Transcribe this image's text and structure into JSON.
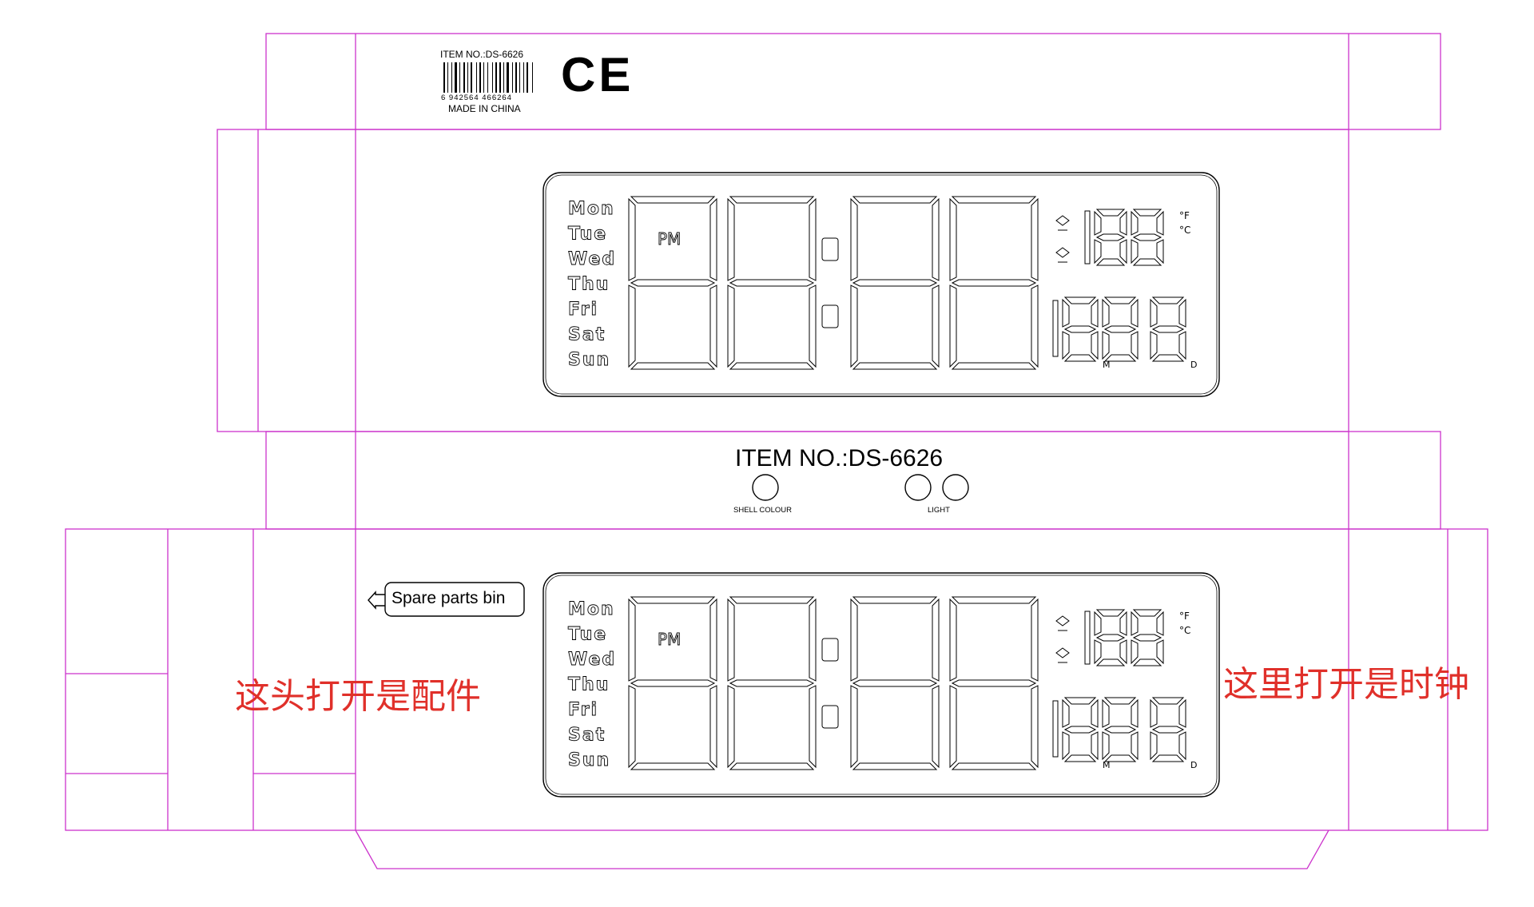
{
  "top_flap": {
    "barcode_item": "ITEM NO.:DS-6626",
    "barcode_number": "6 942564 466264",
    "made_in": "MADE IN CHINA",
    "ce_mark": "CE"
  },
  "side_panel": {
    "item_no": "ITEM NO.:DS-6626",
    "shell_colour_label": "SHELL COLOUR",
    "light_label": "LIGHT"
  },
  "display_top": {
    "days": [
      "Mon",
      "Tue",
      "Wed",
      "Thu",
      "Fri",
      "Sat",
      "Sun"
    ],
    "pm": "PM",
    "unit_f": "°F",
    "unit_c": "°C",
    "small_m": "M",
    "small_d": "D"
  },
  "display_bottom": {
    "days": [
      "Mon",
      "Tue",
      "Wed",
      "Thu",
      "Fri",
      "Sat",
      "Sun"
    ],
    "pm": "PM",
    "unit_f": "°F",
    "unit_c": "°C",
    "small_m": "M",
    "small_d": "D"
  },
  "callout": {
    "label": "Spare parts bin"
  },
  "notes": {
    "left": "这头打开是配件",
    "right": "这里打开是时钟"
  },
  "colors": {
    "dieline": "#cc33cc",
    "note_text": "#e0302a",
    "outline": "#000000"
  }
}
